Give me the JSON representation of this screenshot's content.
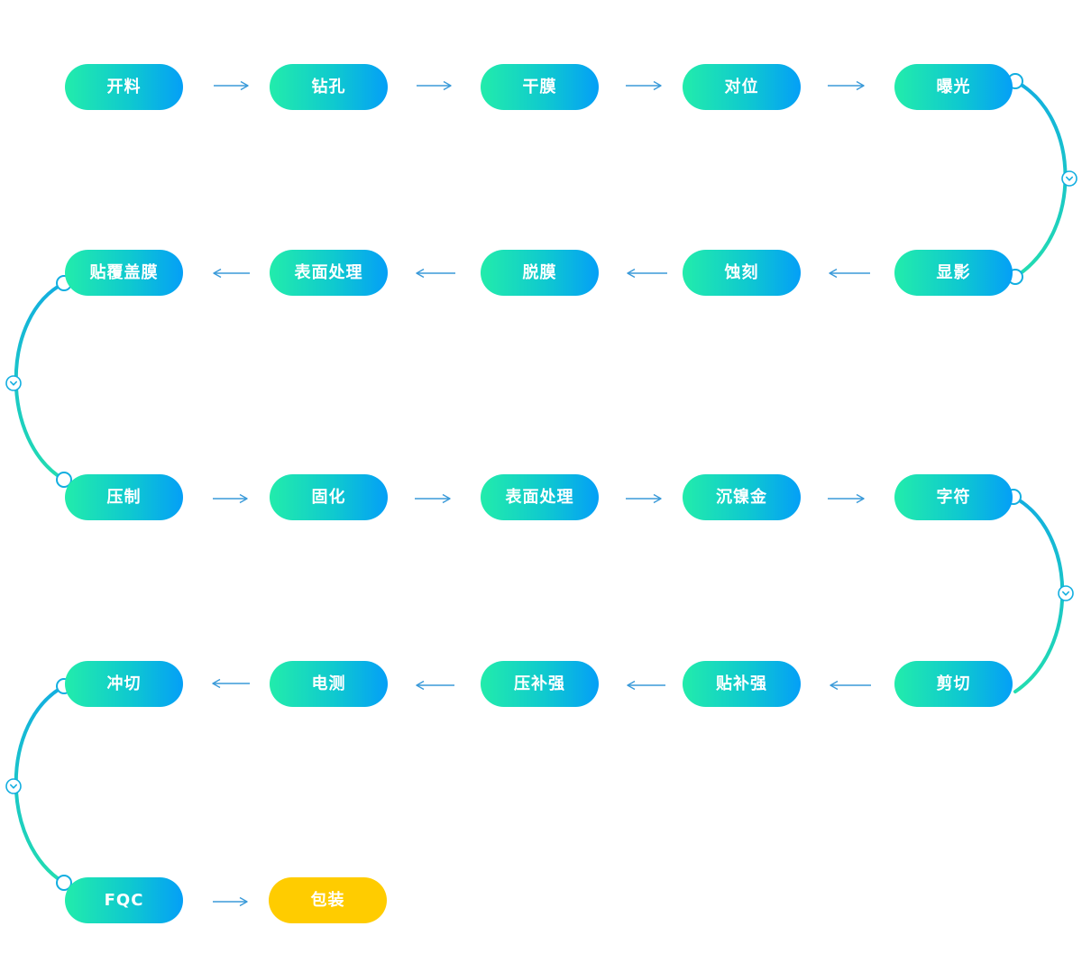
{
  "steps": [
    "开料",
    "钻孔",
    "干膜",
    "对位",
    "曝光",
    "显影",
    "蚀刻",
    "脱膜",
    "表面处理",
    "贴覆盖膜",
    "压制",
    "固化",
    "表面处理",
    "沉镍金",
    "字符",
    "剪切",
    "贴补强",
    "压补强",
    "电测",
    "冲切",
    "FQC",
    "包装"
  ],
  "colors": {
    "gradient_start": "#22ecab",
    "gradient_end": "#049ff7",
    "final_step": "#ffcc00",
    "arrow": "#3a9ad9",
    "curve_top": "#12aee0",
    "curve_bottom": "#22ddb0"
  },
  "icons": {
    "connector_arrow": "arrow-icon",
    "turn_node": "circle-node-icon",
    "turn_midpoint": "chevron-down-icon"
  }
}
